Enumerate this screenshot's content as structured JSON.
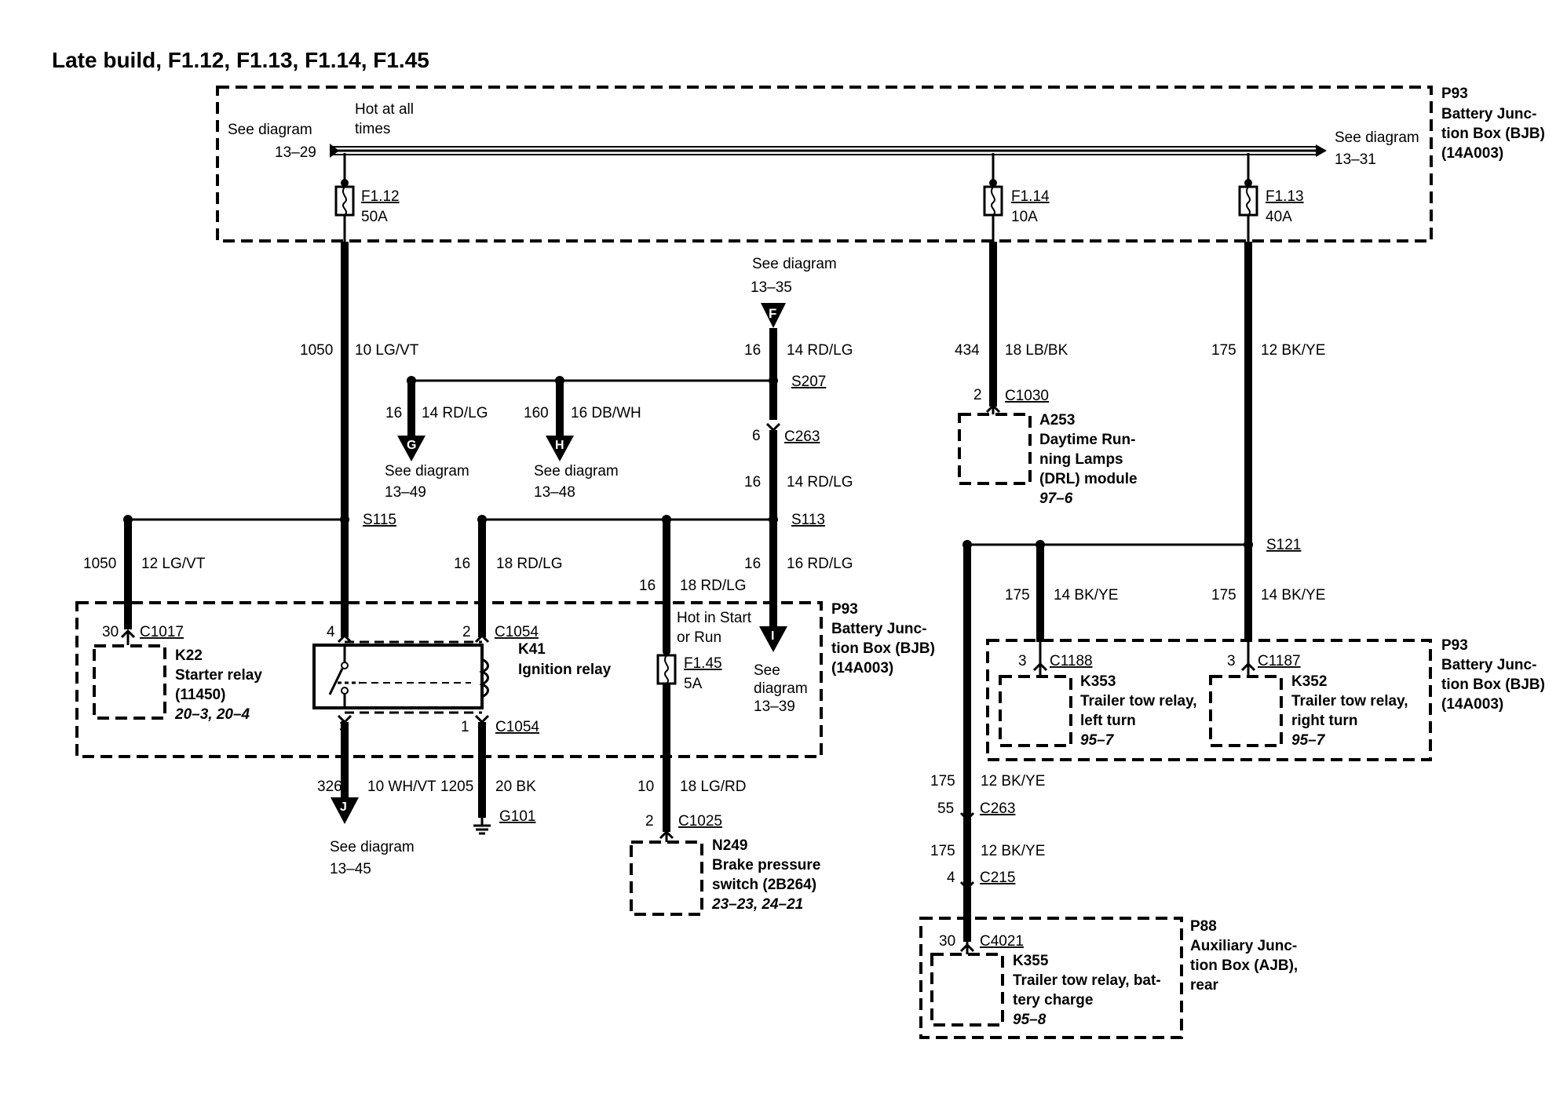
{
  "title": "Late build, F1.12,  F1.13, F1.14, F1.45",
  "bjb_top": {
    "name": "P93",
    "desc": [
      "Battery Junc-",
      "tion Box (BJB)",
      "(14A003)"
    ],
    "hot": [
      "Hot at all",
      "times"
    ],
    "left_ref": [
      "See diagram",
      "13–29"
    ],
    "right_ref": [
      "See diagram",
      "13–31"
    ]
  },
  "fuses": [
    {
      "id": "F1.12",
      "rating": "50A"
    },
    {
      "id": "F1.14",
      "rating": "10A"
    },
    {
      "id": "F1.13",
      "rating": "40A"
    },
    {
      "id": "F1.45",
      "rating": "5A"
    }
  ],
  "wires": [
    {
      "circuit": "1050",
      "color": "10 LG/VT"
    },
    {
      "circuit": "16",
      "color": "14 RD/LG"
    },
    {
      "circuit": "434",
      "color": "18 LB/BK"
    },
    {
      "circuit": "175",
      "color": "12 BK/YE"
    },
    {
      "circuit": "16",
      "color": "14 RD/LG"
    },
    {
      "circuit": "160",
      "color": "16 DB/WH"
    },
    {
      "circuit": "16",
      "color": "14 RD/LG"
    },
    {
      "circuit": "1050",
      "color": "12 LG/VT"
    },
    {
      "circuit": "16",
      "color": "18 RD/LG"
    },
    {
      "circuit": "16",
      "color": "18 RD/LG"
    },
    {
      "circuit": "16",
      "color": "16 RD/LG"
    },
    {
      "circuit": "175",
      "color": "14 BK/YE"
    },
    {
      "circuit": "175",
      "color": "14 BK/YE"
    },
    {
      "circuit": "326",
      "color": "10 WH/VT"
    },
    {
      "circuit": "1205",
      "color": "20 BK"
    },
    {
      "circuit": "10",
      "color": "18 LG/RD"
    },
    {
      "circuit": "175",
      "color": "12 BK/YE"
    },
    {
      "circuit": "175",
      "color": "12 BK/YE"
    }
  ],
  "splices": [
    "S207",
    "S115",
    "S113",
    "S121"
  ],
  "connectors": [
    {
      "pin": "2",
      "id": "C1030"
    },
    {
      "pin": "6",
      "id": "C263"
    },
    {
      "pin": "30",
      "id": "C1017"
    },
    {
      "pin": "4",
      "id": ""
    },
    {
      "pin": "2",
      "id": "C1054"
    },
    {
      "pin": "3",
      "id": ""
    },
    {
      "pin": "1",
      "id": "C1054"
    },
    {
      "pin": "3",
      "id": "C1188"
    },
    {
      "pin": "3",
      "id": "C1187"
    },
    {
      "pin": "2",
      "id": "C1025"
    },
    {
      "pin": "55",
      "id": "C263"
    },
    {
      "pin": "4",
      "id": "C215"
    },
    {
      "pin": "30",
      "id": "C4021"
    }
  ],
  "refs": [
    {
      "letter": "F",
      "text": [
        "See diagram",
        "13–35"
      ]
    },
    {
      "letter": "G",
      "text": [
        "See diagram",
        "13–49"
      ]
    },
    {
      "letter": "H",
      "text": [
        "See diagram",
        "13–48"
      ]
    },
    {
      "letter": "I",
      "text": [
        "See",
        "diagram",
        "13–39"
      ]
    },
    {
      "letter": "J",
      "text": [
        "See diagram",
        "13–45"
      ]
    }
  ],
  "components": [
    {
      "id": "A253",
      "lines": [
        "Daytime Run-",
        "ning Lamps",
        "(DRL) module"
      ],
      "page": "97–6"
    },
    {
      "id": "K22",
      "lines": [
        "Starter relay",
        "(11450)"
      ],
      "page": "20–3, 20–4"
    },
    {
      "id": "K41",
      "lines": [
        "Ignition relay"
      ],
      "page": ""
    },
    {
      "id": "K353",
      "lines": [
        "Trailer tow relay,",
        "left turn"
      ],
      "page": "95–7"
    },
    {
      "id": "K352",
      "lines": [
        "Trailer tow relay,",
        "right turn"
      ],
      "page": "95–7"
    },
    {
      "id": "N249",
      "lines": [
        "Brake pressure",
        "switch (2B264)"
      ],
      "page": "23–23, 24–21"
    },
    {
      "id": "K355",
      "lines": [
        "Trailer tow relay, bat-",
        "tery charge"
      ],
      "page": "95–8"
    }
  ],
  "bjb_mid": {
    "name": "P93",
    "desc": [
      "Battery Junc-",
      "tion Box (BJB)",
      "(14A003)"
    ],
    "hot": [
      "Hot in Start",
      "or Run"
    ]
  },
  "bjb_right": {
    "name": "P93",
    "desc": [
      "Battery Junc-",
      "tion Box (BJB)",
      "(14A003)"
    ]
  },
  "ajb": {
    "name": "P88",
    "desc": [
      "Auxiliary Junc-",
      "tion Box (AJB),",
      "rear"
    ]
  },
  "ground": "G101"
}
